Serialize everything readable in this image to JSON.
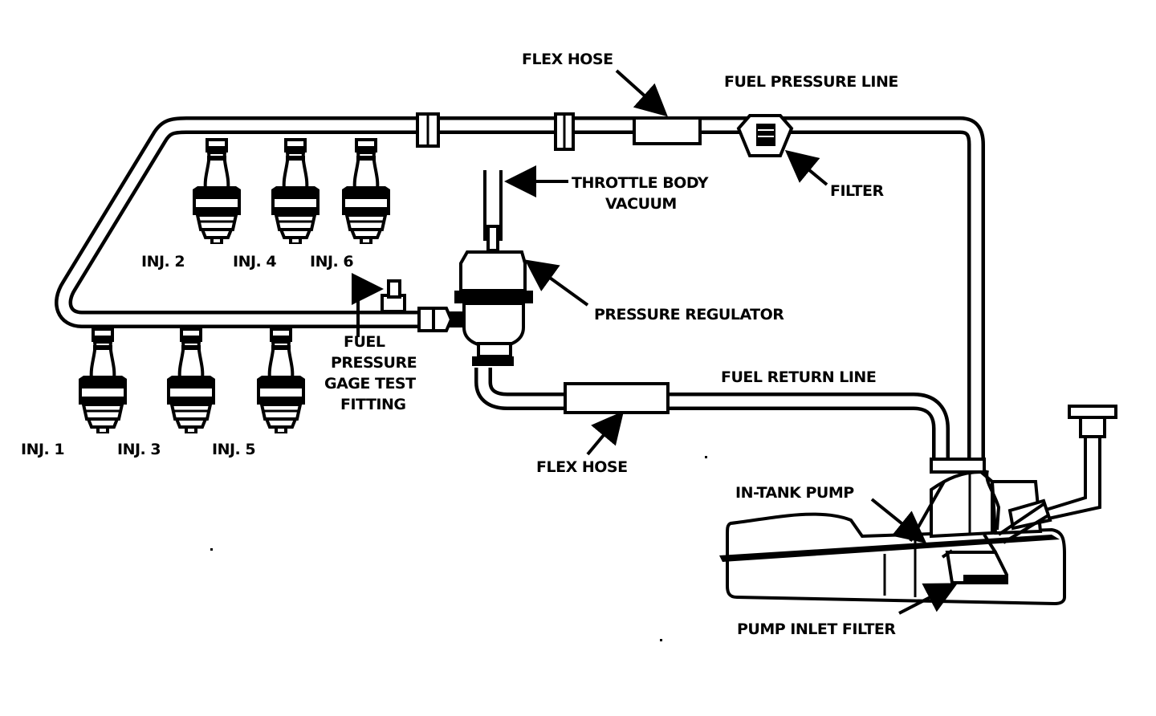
{
  "labels": {
    "flex_hose_top": "FLEX HOSE",
    "fuel_pressure_line": "FUEL PRESSURE LINE",
    "throttle_body_vacuum_1": "THROTTLE BODY",
    "throttle_body_vacuum_2": "VACUUM",
    "filter": "FILTER",
    "pressure_regulator": "PRESSURE REGULATOR",
    "fuel_return_line": "FUEL RETURN LINE",
    "flex_hose_bottom": "FLEX HOSE",
    "gage_fitting_1": "FUEL",
    "gage_fitting_2": "PRESSURE",
    "gage_fitting_3": "GAGE TEST",
    "gage_fitting_4": "FITTING",
    "in_tank_pump": "IN-TANK  PUMP",
    "pump_inlet_filter": "PUMP INLET  FILTER",
    "inj_1": "INJ. 1",
    "inj_2": "INJ. 2",
    "inj_3": "INJ. 3",
    "inj_4": "INJ. 4",
    "inj_5": "INJ. 5",
    "inj_6": "INJ. 6"
  }
}
